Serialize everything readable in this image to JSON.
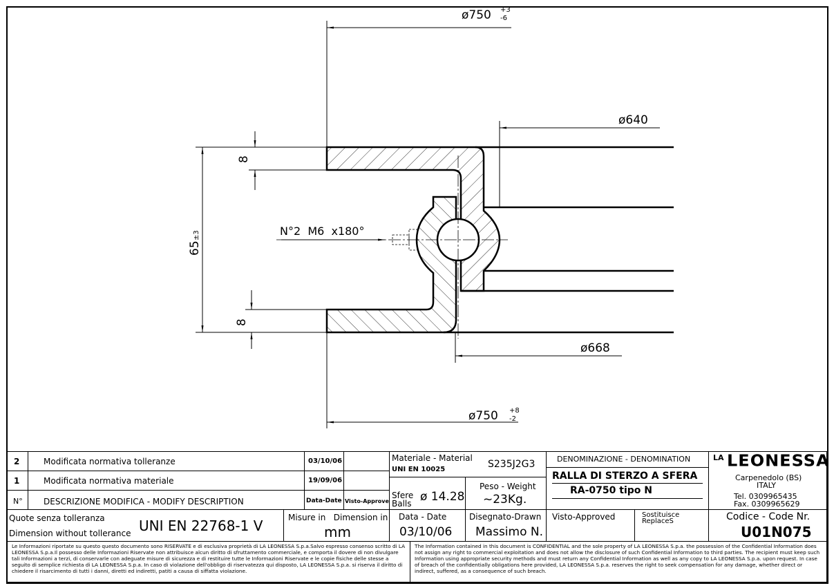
{
  "drawing": {
    "dim_top_750": "ø750",
    "dim_top_750_tol_up": "+3",
    "dim_top_750_tol_down": "-6",
    "dim_640": "ø640",
    "dim_668": "ø668",
    "dim_bottom_750": "ø750",
    "dim_bottom_750_tol_up": "+8",
    "dim_bottom_750_tol_down": "-2",
    "dim_height": "65",
    "dim_height_tol": "±3",
    "dim_flange_top": "8",
    "dim_flange_bottom": "8",
    "holes_note": "N°2  M6  x180°"
  },
  "revisions": {
    "rows": [
      {
        "no": "2",
        "description": "Modificata normativa tolleranze",
        "date": "03/10/06",
        "approved": ""
      },
      {
        "no": "1",
        "description": "Modificata normativa materiale",
        "date": "19/09/06",
        "approved": ""
      }
    ],
    "header": {
      "no": "N°",
      "description": "DESCRIZIONE MODIFICA - MODIFY DESCRIPTION",
      "date": "Data-Date",
      "approved": "Visto-Approved"
    }
  },
  "material": {
    "label": "Materiale - Material",
    "standard": "UNI EN 10025",
    "value": "S235J2G3"
  },
  "balls": {
    "label_it": "Sfere",
    "label_en": "Balls",
    "value": "ø 14.28"
  },
  "weight": {
    "label": "Peso - Weight",
    "value": "~23Kg."
  },
  "denomination": {
    "label": "DENOMINAZIONE - DENOMINATION",
    "line1": "RALLA DI STERZO A SFERA",
    "line2": "RA-0750 tipo N"
  },
  "company": {
    "logo_small": "LA",
    "logo": "LEONESSA",
    "city": "Carpenedolo (BS)",
    "country": "ITALY",
    "tel": "Tel. 0309965435",
    "fax": "Fax. 0309965629"
  },
  "tolerance": {
    "label_it": "Quote senza tolleranza",
    "label_en": "Dimension without tollerance",
    "standard": "UNI EN 22768-1 V"
  },
  "units": {
    "label": "Misure in   Dimension in",
    "value": "mm"
  },
  "date": {
    "label": "Data - Date",
    "value": "03/10/06"
  },
  "drawn": {
    "label": "Disegnato-Drawn",
    "value": "Massimo N."
  },
  "approved": {
    "label": "Visto-Approved"
  },
  "replaces": {
    "label_it": "Sostituisce",
    "label_en": "ReplaceS"
  },
  "code": {
    "label": "Codice - Code Nr.",
    "value": "U01N075"
  },
  "disclaimer_it": "Le Informazioni riportate su questo questo documento sono RISERVATE e di esclusiva proprietà di LA LEONESSA S.p.a.Salvo espresso consenso scritto di LA LEONESSA S.p.a.Il possesso delle Informazioni Riservate non attribuisce alcun diritto di sfruttamento commerciale, e comporta il dovere di non divulgare tali Informazioni a terzi, di conservarle con adeguate misure di sicurezza e di restituire tutte le Informazioni Riservate e le copie fisiche delle stesse a seguito di semplice richiesta di LA LEONESSA S.p.a. In caso di violazione dell'obbligo di riservatezza qui disposto, LA LEONESSA S.p.a. si riserva il diritto di chiedere il risarcimento di tutti i danni, diretti ed indiretti, patiti a causa di siffatta violazione.",
  "disclaimer_en": "The Information contained in this document is CONFIDENTIAL and the sole property of LA LEONESSA S.p.a. the possession of the Confidential Information does not assign any right to commercial exploitation and does not allow the disclosure of such Confidential Information to third parties. The recipient must keep such Information using appropriate security methods and must return any Confidential Information as well as any copy to LA LEONESSA S.p.a. upon request. In case of breach of the confidentially obligations here provided, LA LEONESSA S.p.a. reserves the right to seek compensation for any damage, whether direct or indirect, suffered, as a consequence of such breach."
}
